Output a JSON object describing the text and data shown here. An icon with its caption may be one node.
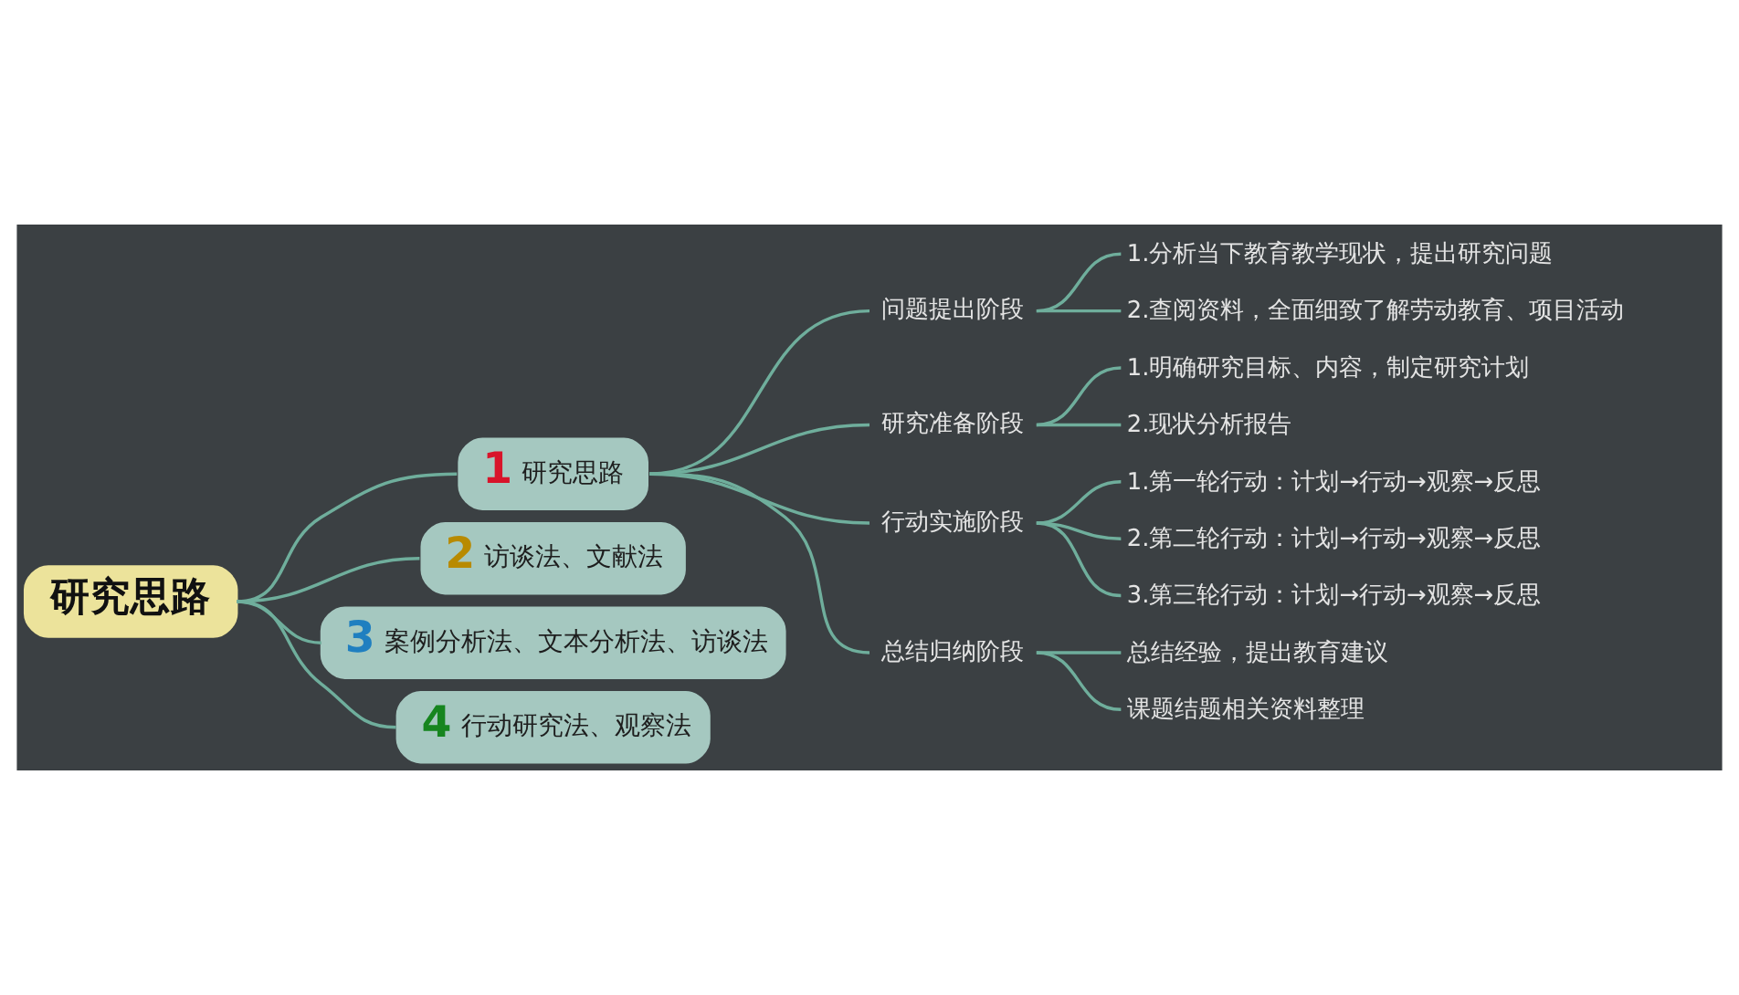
{
  "diagram": {
    "nodes": [
      {
        "text": [
          "研究思路"
        ]
      },
      {
        "text": [
          "1",
          "研究思路"
        ]
      },
      {
        "text": [
          "问题提出阶段"
        ]
      },
      {
        "text": [
          "1.分析当下教育教学现状，提出研究问题"
        ]
      },
      {
        "text": [
          "2.查阅资料，全面细致了解劳动教育、项目活动"
        ]
      },
      {
        "text": [
          "研究准备阶段"
        ]
      },
      {
        "text": [
          "1.明确研究目标、内容，制定研究计划"
        ]
      },
      {
        "text": [
          "2.现状分析报告"
        ]
      },
      {
        "text": [
          "行动实施阶段"
        ]
      },
      {
        "text": [
          "1.第一轮行动：计划→行动→观察→反思"
        ]
      },
      {
        "text": [
          "2.第二轮行动：计划→行动→观察→反思"
        ]
      },
      {
        "text": [
          "3.第三轮行动：计划→行动→观察→反思"
        ]
      },
      {
        "text": [
          "总结归纳阶段"
        ]
      },
      {
        "text": [
          "总结经验，提出教育建议"
        ]
      },
      {
        "text": [
          "课题结题相关资料整理"
        ]
      },
      {
        "text": [
          "2",
          "访谈法、文献法"
        ]
      },
      {
        "text": [
          "3",
          "案例分析法、文本分析法、访谈法"
        ]
      },
      {
        "text": [
          "4",
          "行动研究法、观察法"
        ]
      }
    ],
    "edges": [
      {
        "from": 0,
        "to": 1,
        "arrow": "none"
      },
      {
        "from": 1,
        "to": 2,
        "arrow": "none"
      },
      {
        "from": 2,
        "to": 3,
        "arrow": "none"
      },
      {
        "from": 2,
        "to": 4,
        "arrow": "none"
      },
      {
        "from": 1,
        "to": 5,
        "arrow": "none"
      },
      {
        "from": 5,
        "to": 6,
        "arrow": "none"
      },
      {
        "from": 5,
        "to": 7,
        "arrow": "none"
      },
      {
        "from": 1,
        "to": 8,
        "arrow": "none"
      },
      {
        "from": 8,
        "to": 9,
        "arrow": "none"
      },
      {
        "from": 8,
        "to": 10,
        "arrow": "none"
      },
      {
        "from": 8,
        "to": 11,
        "arrow": "none"
      },
      {
        "from": 1,
        "to": 12,
        "arrow": "none"
      },
      {
        "from": 12,
        "to": 13,
        "arrow": "none"
      },
      {
        "from": 12,
        "to": 14,
        "arrow": "none"
      },
      {
        "from": 0,
        "to": 15,
        "arrow": "none"
      },
      {
        "from": 0,
        "to": 16,
        "arrow": "none"
      },
      {
        "from": 0,
        "to": 17,
        "arrow": "none"
      }
    ]
  }
}
